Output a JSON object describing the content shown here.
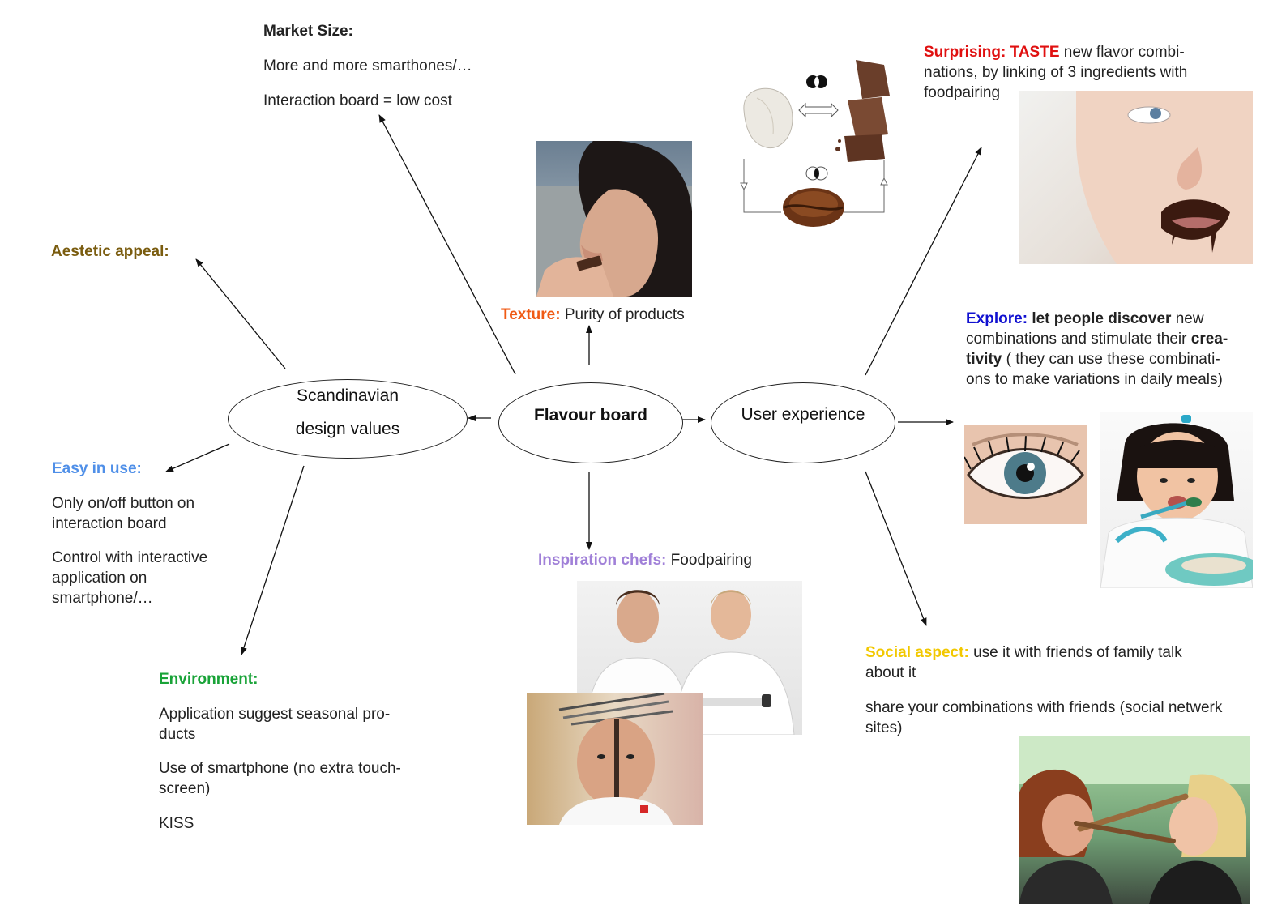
{
  "colors": {
    "aesthetic": "#7a5c0f",
    "easy": "#4f8fe8",
    "environment": "#19a338",
    "texture": "#f05a14",
    "inspiration": "#a080d8",
    "surprising": "#e01010",
    "explore": "#1010d0",
    "social": "#f2c800"
  },
  "nodes": {
    "center": "Flavour board",
    "left_line1": "Scandinavian",
    "left_line2": "design values",
    "right": "User experience"
  },
  "market": {
    "title": "Market Size:",
    "line1": "More and more smarthones/…",
    "line2": "Interaction board = low cost"
  },
  "aesthetic": {
    "title": "Aestetic appeal:"
  },
  "easy": {
    "title": "Easy in use:",
    "p1a": "Only on/off button on",
    "p1b": "interaction board",
    "p2a": "Control with interactive",
    "p2b": "application on",
    "p2c": "smartphone/…"
  },
  "environment": {
    "title": "Environment:",
    "p1a": "Application suggest seasonal pro-",
    "p1b": "ducts",
    "p2a": "Use of smartphone (no extra touch-",
    "p2b": "screen)",
    "p3": "KISS"
  },
  "texture": {
    "title": "Texture:",
    "text": "Purity of products"
  },
  "inspiration": {
    "title": "Inspiration chefs:",
    "text": "Foodpairing"
  },
  "surprising": {
    "title": "Surprising:",
    "taste": "TASTE",
    "l1": "new flavor combi-",
    "l2": "nations, by linking of 3 ingredients with",
    "l3": "foodpairing"
  },
  "explore": {
    "title": "Explore:",
    "bold1": "let people discover",
    "l1": "new",
    "l2a": "combinations and stimulate their",
    "bold2": "crea-",
    "bold3": "tivity",
    "l3": "( they can use these combinati-",
    "l4": "ons to make variations in daily meals)"
  },
  "social": {
    "title": "Social aspect:",
    "l1": "use it with friends of family talk",
    "l2": "about it",
    "l3": "share your combinations with friends (social netwerk",
    "l4": "sites)"
  }
}
